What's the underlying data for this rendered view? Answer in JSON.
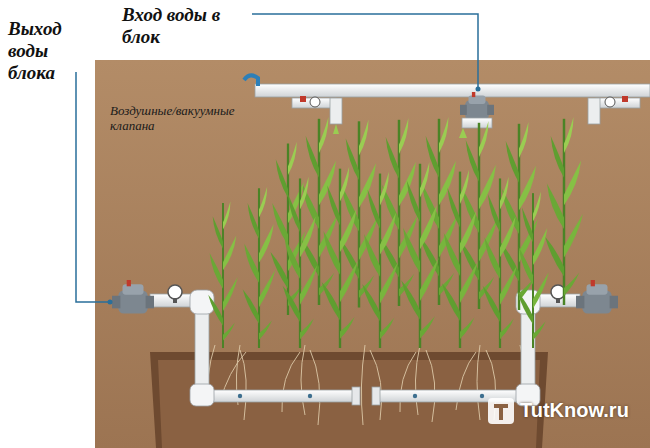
{
  "diagram": {
    "labels": [
      "Выход воды блока",
      "Вход воды в блок",
      "Воздушные/вакуумные клапана",
      "TutKnow.ru"
    ]
  }
}
